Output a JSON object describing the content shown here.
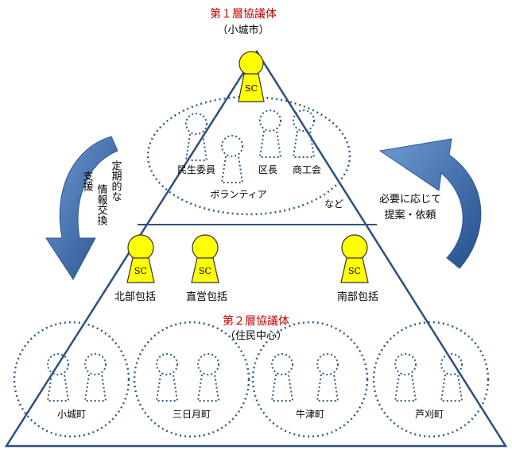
{
  "tier1": {
    "title": "第１層協議体",
    "subtitle": "（小城市）",
    "sc_label": "SC",
    "members": {
      "minsei": "民生委員",
      "kucho": "区長",
      "shokokai": "商工会",
      "volunteer": "ボランティア",
      "nado": "など"
    }
  },
  "middle": {
    "sc_label": "SC",
    "hokubu": "北部包括",
    "chokuei": "直営包括",
    "nanbu": "南部包括"
  },
  "tier2": {
    "title": "第２層協議体",
    "subtitle": "（住民中心）",
    "towns": [
      "小城町",
      "三日月町",
      "牛津町",
      "芦刈町"
    ]
  },
  "arrows": {
    "left_text": [
      "定期的な",
      "情報交換",
      "支援"
    ],
    "right_text": [
      "必要に応じて",
      "提案・依頼"
    ]
  },
  "colors": {
    "title_red": "#c00000",
    "triangle_line": "#2f4f7f",
    "dotted_blue": "#2e5c8a",
    "sc_yellow": "#ffff00",
    "arrow_blue": "#3a6aa5"
  }
}
